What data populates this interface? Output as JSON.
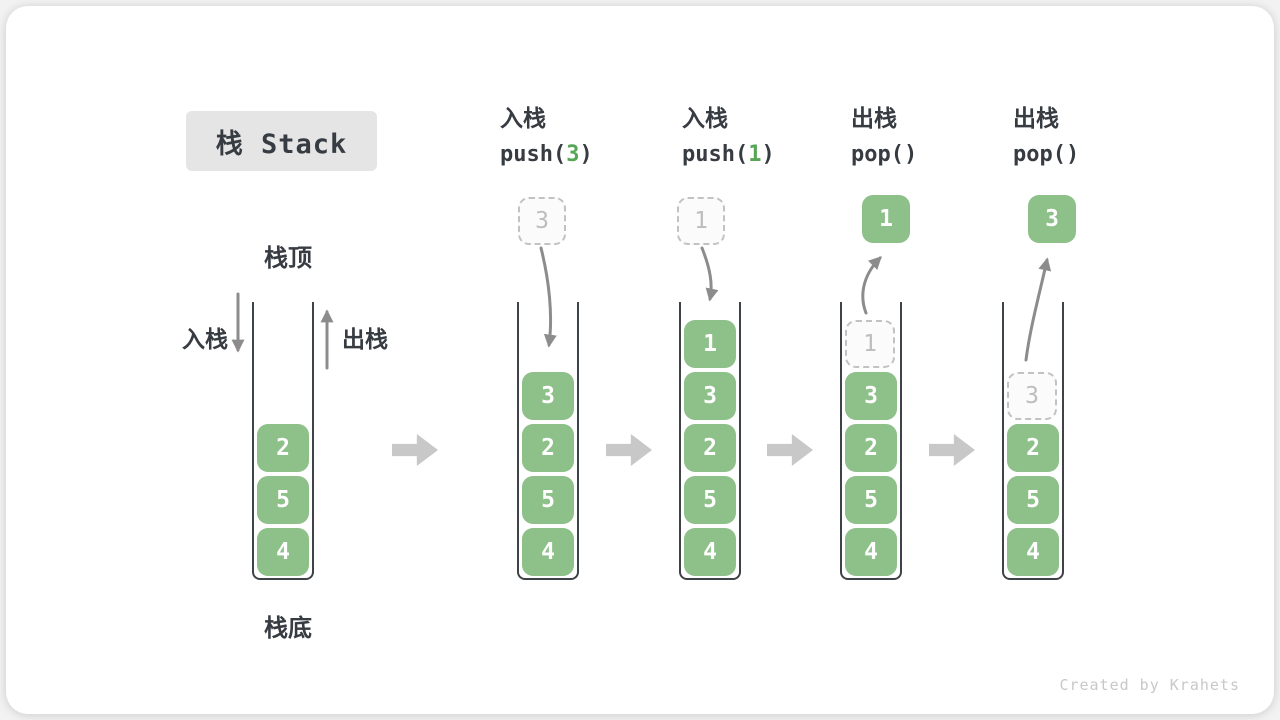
{
  "title": "栈 Stack",
  "stack_labels": {
    "top": "栈顶",
    "bottom": "栈底",
    "push_side": "入栈",
    "pop_side": "出栈"
  },
  "watermark": "Created by Krahets",
  "colors": {
    "green": "#8EC08A",
    "code_green": "#57A657",
    "arrow_gray": "#8C8C8C",
    "block_arrow": "#C8C8C8",
    "title_bg": "#E5E5E5",
    "text_dark": "#373C42",
    "wall": "#3E4347",
    "ghost_border": "#C2C2C2",
    "ghost_text": "#BDBDBD",
    "watermark_color": "#C8C8C8"
  },
  "columns": [
    {
      "id": "initial",
      "op": null,
      "floating": null,
      "ghost": null,
      "values": [
        "2",
        "5",
        "4"
      ]
    },
    {
      "id": "push-3",
      "op": {
        "label": "入栈",
        "code_pre": "push(",
        "code_arg": "3",
        "code_post": ")"
      },
      "floating": {
        "style": "dashed",
        "value": "3"
      },
      "ghost": null,
      "values": [
        "3",
        "2",
        "5",
        "4"
      ]
    },
    {
      "id": "push-1",
      "op": {
        "label": "入栈",
        "code_pre": "push(",
        "code_arg": "1",
        "code_post": ")"
      },
      "floating": {
        "style": "dashed",
        "value": "1"
      },
      "ghost": null,
      "values": [
        "1",
        "3",
        "2",
        "5",
        "4"
      ]
    },
    {
      "id": "pop-1",
      "op": {
        "label": "出栈",
        "code_pre": "pop()",
        "code_arg": "",
        "code_post": ""
      },
      "floating": {
        "style": "solid",
        "value": "1"
      },
      "ghost": "1",
      "values": [
        "3",
        "2",
        "5",
        "4"
      ]
    },
    {
      "id": "pop-3",
      "op": {
        "label": "出栈",
        "code_pre": "pop()",
        "code_arg": "",
        "code_post": ""
      },
      "floating": {
        "style": "solid",
        "value": "3"
      },
      "ghost": "3",
      "values": [
        "2",
        "5",
        "4"
      ]
    }
  ]
}
